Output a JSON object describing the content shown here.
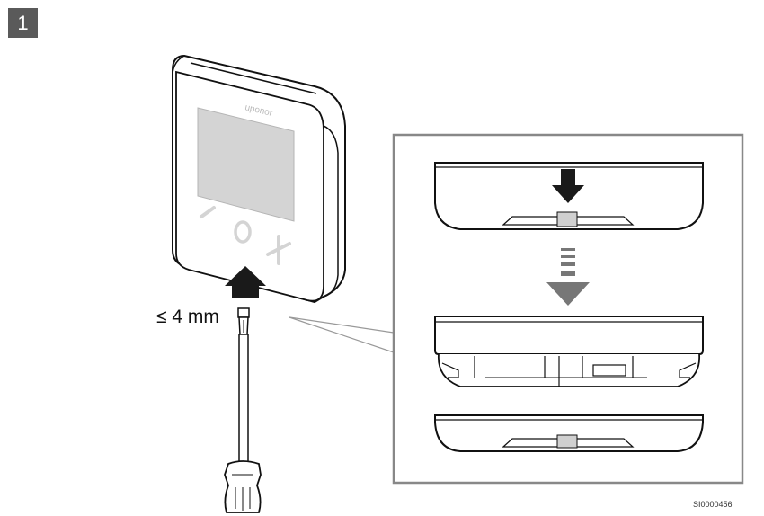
{
  "step": {
    "number": "1"
  },
  "device": {
    "brand": "uponor"
  },
  "screwdriver": {
    "size_label": "≤ 4 mm"
  },
  "figure": {
    "id": "SI0000456"
  },
  "colors": {
    "badge": "#5a5a5a",
    "stroke": "#111111",
    "display": "#d4d4d4",
    "arrow": "#1a1a1a",
    "frame": "#888888"
  }
}
